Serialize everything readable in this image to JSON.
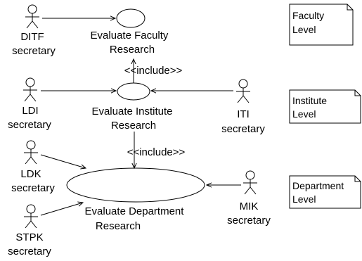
{
  "actors": {
    "ditf": {
      "name_line1": "DITF",
      "name_line2": "secretary"
    },
    "ldi": {
      "name_line1": "LDI",
      "name_line2": "secretary"
    },
    "iti": {
      "name_line1": "ITI",
      "name_line2": "secretary"
    },
    "ldk": {
      "name_line1": "LDK",
      "name_line2": "secretary"
    },
    "stpk": {
      "name_line1": "STPK",
      "name_line2": "secretary"
    },
    "mik": {
      "name_line1": "MIK",
      "name_line2": "secretary"
    }
  },
  "use_cases": {
    "faculty": {
      "line1": "Evaluate Faculty",
      "line2": "Research"
    },
    "institute": {
      "line1": "Evaluate Institute",
      "line2": "Research"
    },
    "department": {
      "line1": "Evaluate Department",
      "line2": "Research"
    }
  },
  "relations": {
    "include_upper": "<<include>>",
    "include_lower": "<<include>>"
  },
  "notes": {
    "faculty": {
      "line1": "Faculty",
      "line2": "Level"
    },
    "institute": {
      "line1": "Institute",
      "line2": "Level"
    },
    "department": {
      "line1": "Department",
      "line2": "Level"
    }
  }
}
